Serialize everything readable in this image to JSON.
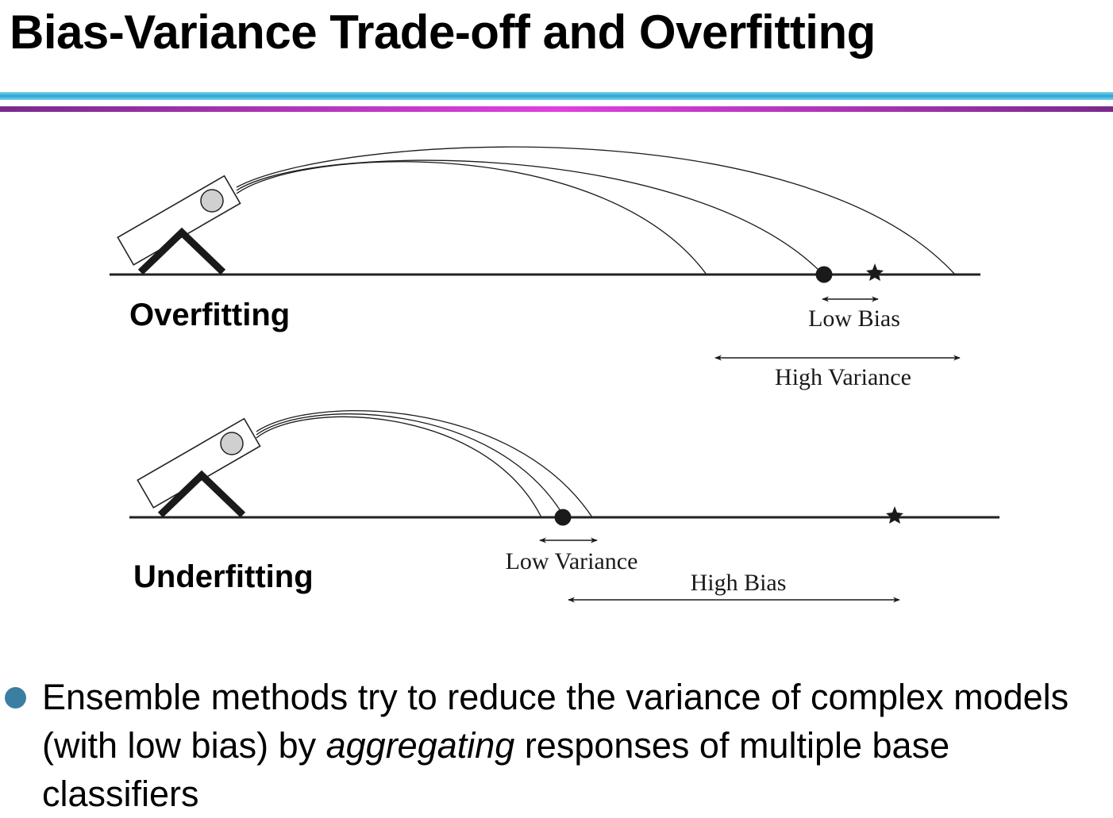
{
  "slide": {
    "title": "Bias-Variance Trade-off and Overfitting"
  },
  "overfitting": {
    "heading": "Overfitting",
    "low_bias_label": "Low Bias",
    "high_variance_label": "High Variance"
  },
  "underfitting": {
    "heading": "Underfitting",
    "low_variance_label": "Low Variance",
    "high_bias_label": "High Bias"
  },
  "bullet": {
    "text_before": "Ensemble methods try to reduce the variance of complex models (with low bias) by ",
    "emphasis": "aggregating",
    "text_after": " responses of multiple base classifiers"
  },
  "colors": {
    "rule_teal": "#2aa6d4",
    "rule_magenta": "#e040e0",
    "bullet": "#3a7fa2",
    "launcher_ball": "#d0d0d0"
  }
}
